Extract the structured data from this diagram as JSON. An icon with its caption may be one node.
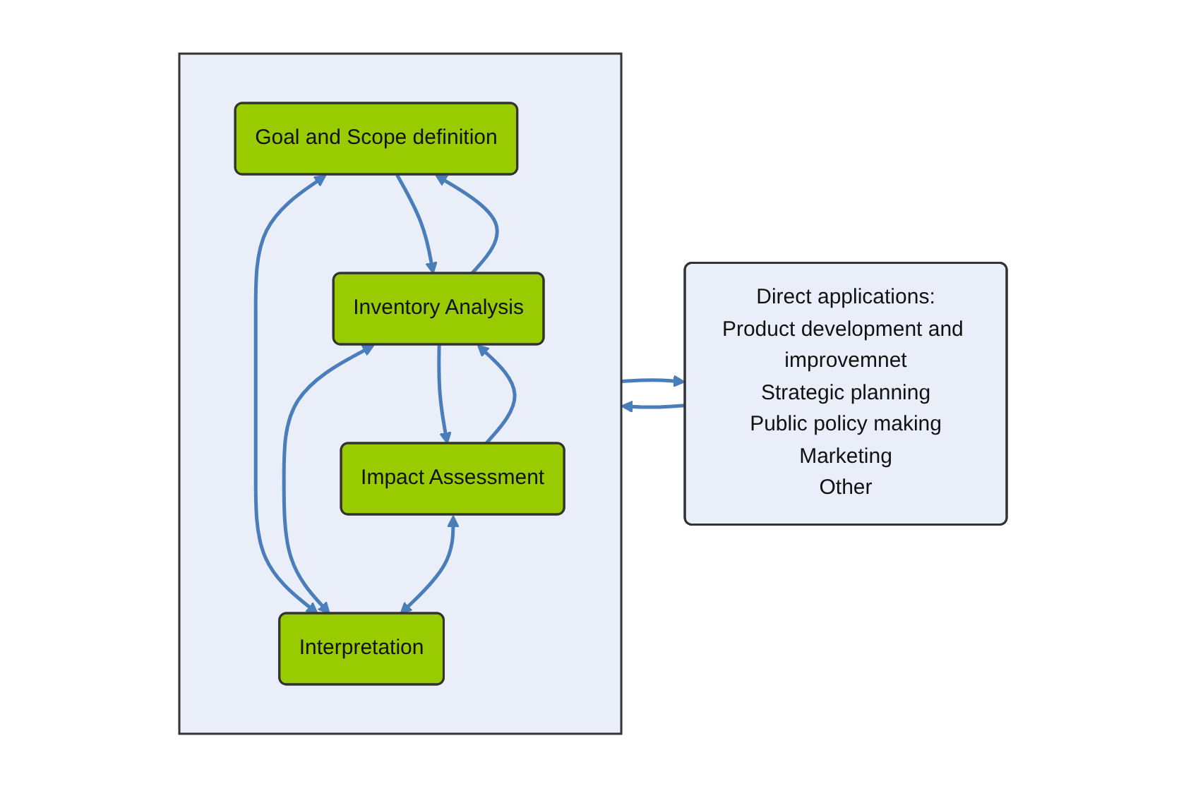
{
  "diagram": {
    "nodes": [
      {
        "text": [],
        "shape": "box"
      },
      {
        "text": [
          "Goal and Scope definition"
        ],
        "in": 0
      },
      {
        "text": [
          "Inventory Analysis"
        ],
        "in": 0
      },
      {
        "text": [
          "Impact Assessment"
        ],
        "in": 0
      },
      {
        "text": [
          "Interpretation"
        ],
        "in": 0
      },
      {
        "text": [
          "Direct applications:",
          "Product development and improvemnet",
          "Strategic planning",
          "Public policy making",
          "Marketing",
          "Other"
        ]
      }
    ],
    "edges": [
      {
        "from": 1,
        "to": 2,
        "arrow": "to"
      },
      {
        "from": 2,
        "to": 1,
        "arrow": "to"
      },
      {
        "from": 2,
        "to": 3,
        "arrow": "to"
      },
      {
        "from": 3,
        "to": 2,
        "arrow": "to"
      },
      {
        "from": 1,
        "to": 4,
        "arrow": "both"
      },
      {
        "from": 2,
        "to": 4,
        "arrow": "both"
      },
      {
        "from": 3,
        "to": 4,
        "arrow": "both"
      },
      {
        "from": 0,
        "to": 5,
        "arrow": "to"
      },
      {
        "from": 5,
        "to": 0,
        "arrow": "to"
      }
    ]
  }
}
